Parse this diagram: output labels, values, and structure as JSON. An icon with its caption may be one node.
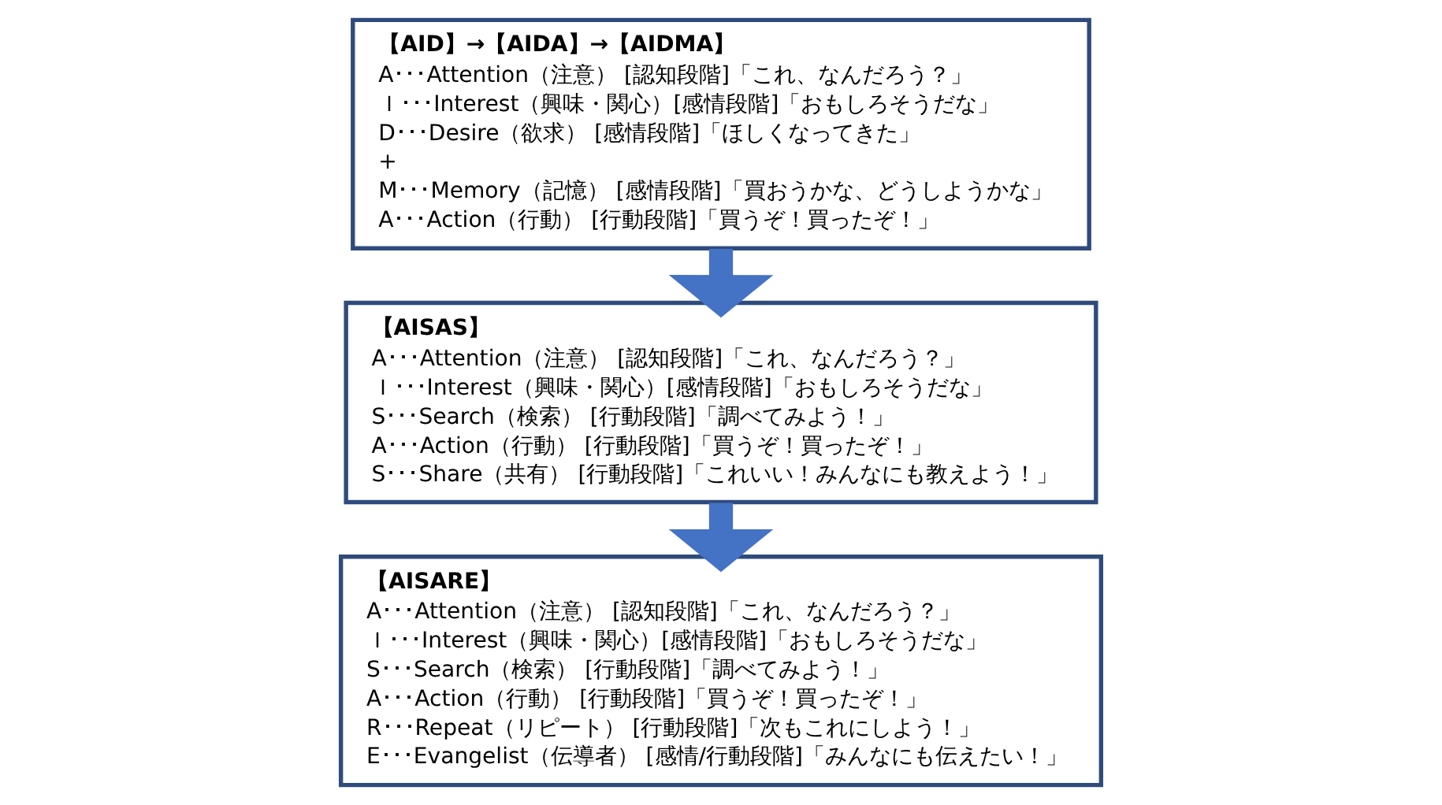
{
  "diagram": {
    "nodes": [
      {
        "text": [
          "【AID】→【AIDA】→【AIDMA】",
          "A･･･Attention（注意） [認知段階]「これ、なんだろう？」",
          "Ｉ･･･Interest（興味・関心）[感情段階]「おもしろそうだな」",
          "D･･･Desire（欲求） [感情段階]「ほしくなってきた」",
          "+",
          "M･･･Memory（記憶） [感情段階]「買おうかな、どうしようかな」",
          "A･･･Action（行動） [行動段階]「買うぞ！買ったぞ！」"
        ]
      },
      {
        "text": [
          "【AISAS】",
          "A･･･Attention（注意） [認知段階]「これ、なんだろう？」",
          "Ｉ･･･Interest（興味・関心）[感情段階]「おもしろそうだな」",
          "S･･･Search（検索） [行動段階]「調べてみよう！」",
          "A･･･Action（行動） [行動段階]「買うぞ！買ったぞ！」",
          "S･･･Share（共有） [行動段階]「これいい！みんなにも教えよう！」"
        ]
      },
      {
        "text": [
          "【AISARE】",
          "A･･･Attention（注意） [認知段階]「これ、なんだろう？」",
          "Ｉ･･･Interest（興味・関心）[感情段階]「おもしろそうだな」",
          "S･･･Search（検索） [行動段階]「調べてみよう！」",
          "A･･･Action（行動） [行動段階]「買うぞ！買ったぞ！」",
          "R･･･Repeat（リピート） [行動段階]「次もこれにしよう！」",
          "E･･･Evangelist（伝導者） [感情/行動段階]「みんなにも伝えたい！」"
        ]
      }
    ],
    "edges": [
      {
        "from": 0,
        "to": 1,
        "arrow": "to"
      },
      {
        "from": 1,
        "to": 2,
        "arrow": "to"
      }
    ]
  }
}
